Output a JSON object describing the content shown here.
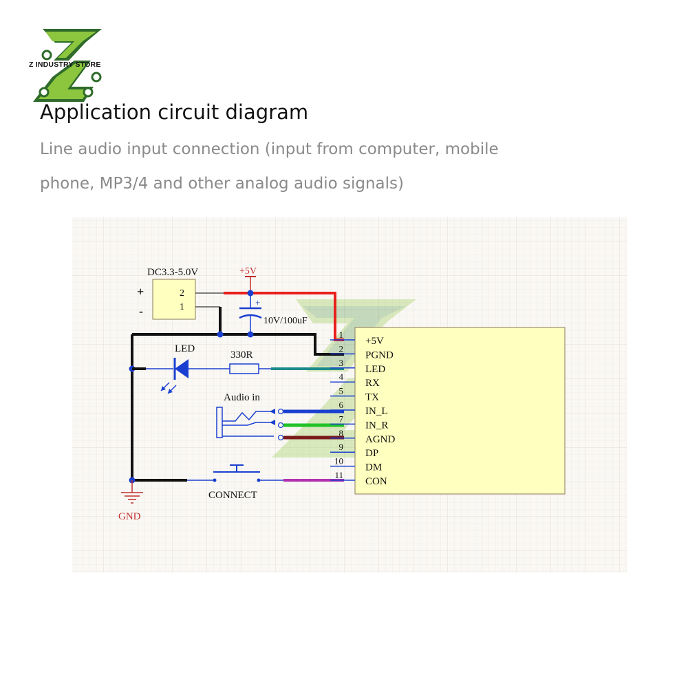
{
  "brand": {
    "logo_text": "Z INDUSTRY STORE"
  },
  "heading": {
    "title": "Application circuit diagram",
    "subtitle_line1": "Line audio input connection (input from computer, mobile",
    "subtitle_line2": "phone, MP3/4 and other analog audio signals)"
  },
  "schematic": {
    "power_label": "DC3.3-5.0V",
    "power_plus": "+",
    "power_minus": "-",
    "power_pin_top": "2",
    "power_pin_bottom": "1",
    "vcc_label": "+5V",
    "cap_plus": "+",
    "cap_label": "10V/100uF",
    "led_label": "LED",
    "resistor_label": "330R",
    "audio_label": "Audio in",
    "button_label": "CONNECT",
    "gnd_label": "GND",
    "pins": [
      {
        "num": "1",
        "name": "+5V"
      },
      {
        "num": "2",
        "name": "PGND"
      },
      {
        "num": "3",
        "name": "LED"
      },
      {
        "num": "4",
        "name": "RX"
      },
      {
        "num": "5",
        "name": "TX"
      },
      {
        "num": "6",
        "name": "IN_L"
      },
      {
        "num": "7",
        "name": "IN_R"
      },
      {
        "num": "8",
        "name": "AGND"
      },
      {
        "num": "9",
        "name": "DP"
      },
      {
        "num": "10",
        "name": "DM"
      },
      {
        "num": "11",
        "name": "CON"
      }
    ],
    "colors": {
      "vcc_wire": "#e8201c",
      "gnd_wire": "#111111",
      "led_wire": "#1a8a8a",
      "left_wire": "#1a3fd0",
      "right_wire": "#22c228",
      "agnd_wire": "#7a1a1a",
      "con_wire": "#b030b0",
      "module_fill": "#ffffc0"
    }
  }
}
